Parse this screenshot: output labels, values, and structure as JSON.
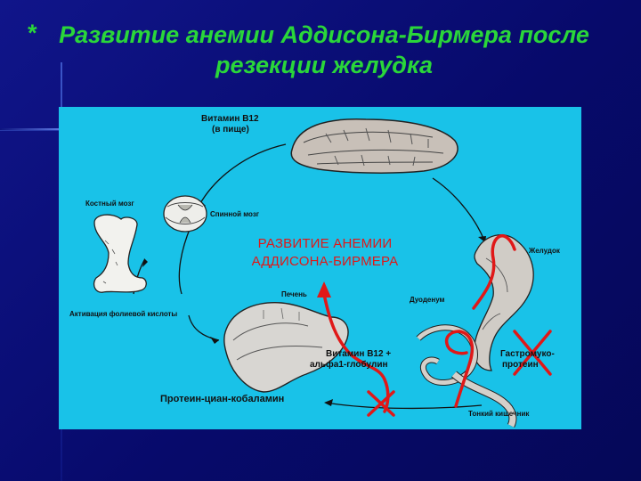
{
  "slide": {
    "bullet": "*",
    "title_line1": "Развитие анемии Аддисона-Бирмера после",
    "title_line2": "резекции желудка"
  },
  "diagram": {
    "labels": {
      "vitamin_food_1": "Витамин В12",
      "vitamin_food_2": "(в пище)",
      "bone_marrow": "Костный мозг",
      "spinal_cord": "Спинной мозг",
      "stomach": "Желудок",
      "liver": "Печень",
      "duodenum": "Дуоденум",
      "folic_acid": "Активация фолиевой кислоты",
      "vitamin_globulin_1": "Витамин В12 +",
      "vitamin_globulin_2": "альфа1-глобулин",
      "gastromuco_1": "Гастромуко-",
      "gastromuco_2": "протеин",
      "protein_cyan": "Протеин-циан-кобаламин",
      "small_intestine": "Тонкий кишечник"
    },
    "overlay": {
      "line1": "РАЗВИТИЕ АНЕМИИ",
      "line2": "АДДИСОНА-БИРМЕРА"
    },
    "colors": {
      "background": "#19c2e8",
      "overlay": "#e01818",
      "title": "#2ad63a"
    }
  }
}
